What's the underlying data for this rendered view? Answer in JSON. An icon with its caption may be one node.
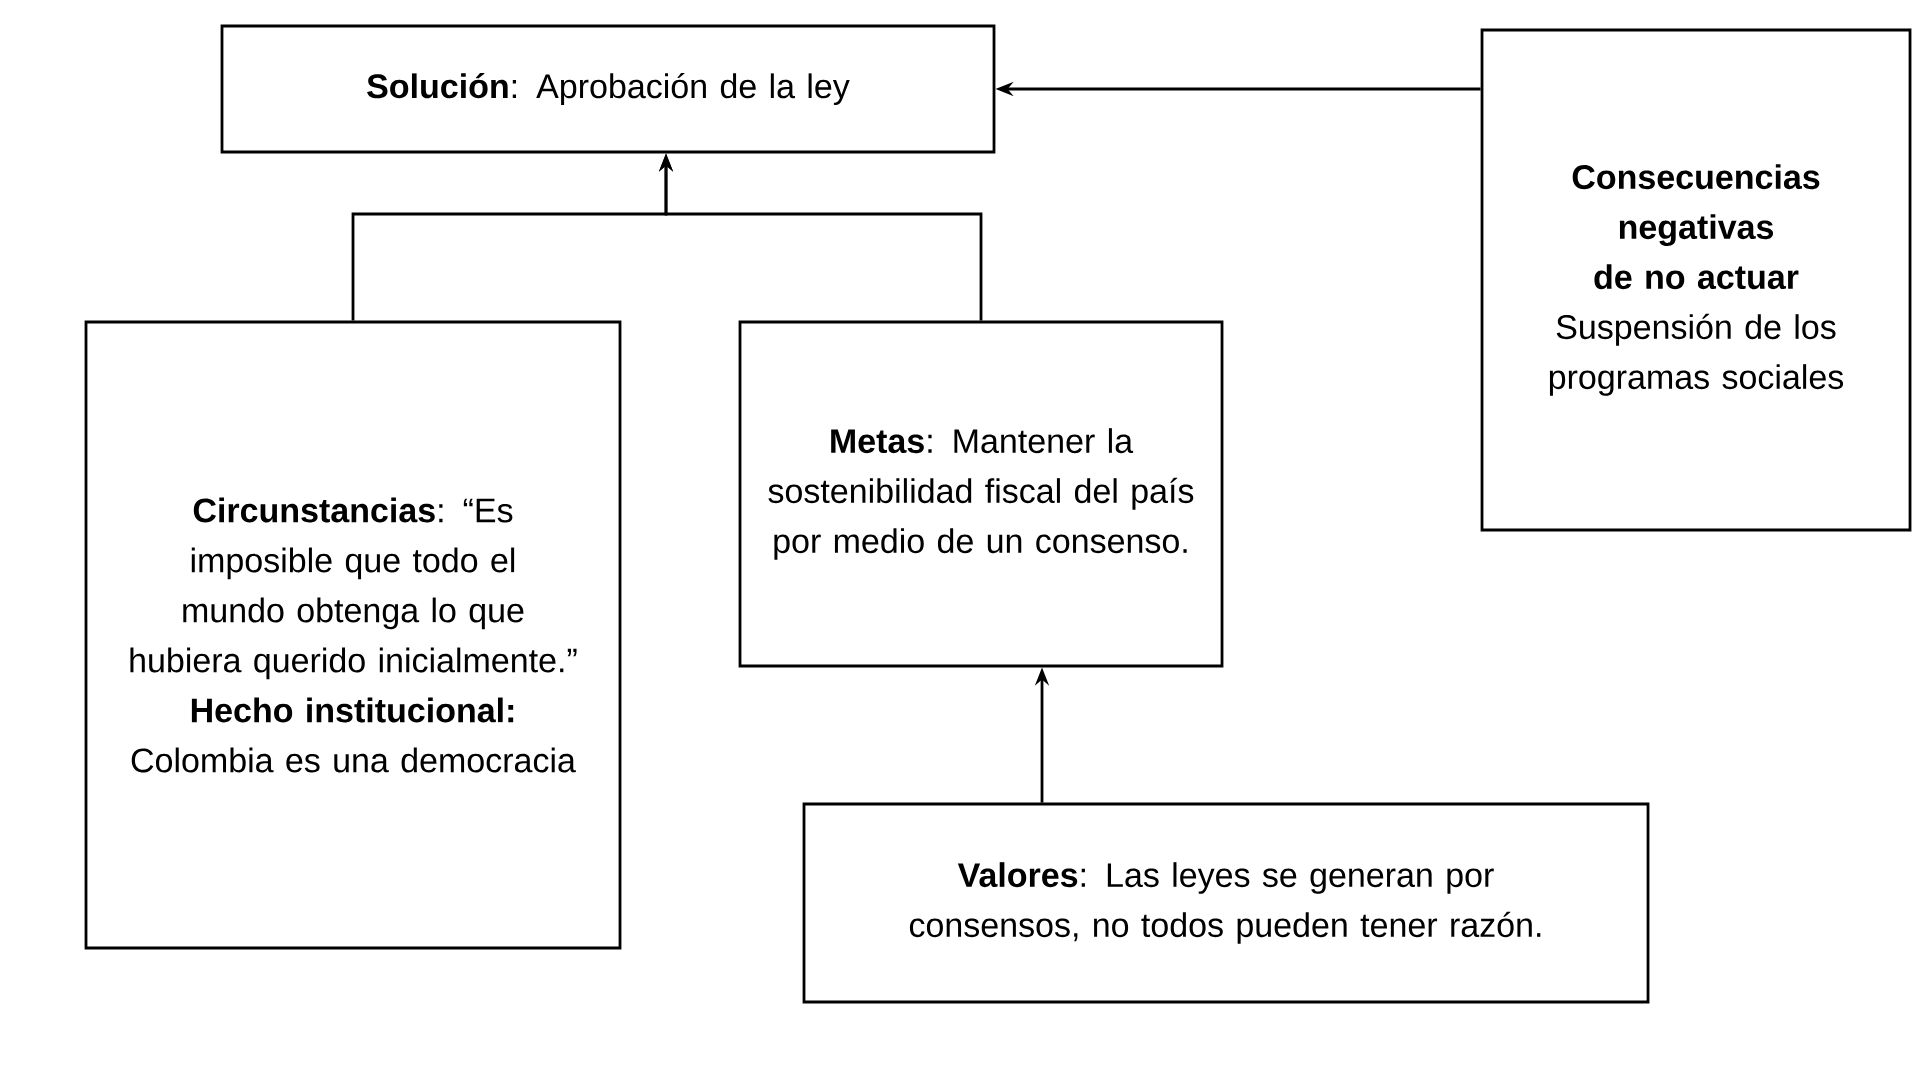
{
  "diagram": {
    "nodes": [
      {
        "text": [
          "**Solución**: Aprobación de la ley"
        ]
      },
      {
        "text": [
          "Consecuencias negativas de no actuar",
          "Suspensión de los programas sociales"
        ]
      },
      {
        "text": [
          "**Circunstancias**: “Es imposible que todo el mundo obtenga lo que hubiera querido inicialmente.”",
          "Hecho institucional:",
          "Colombia es una democracia"
        ]
      },
      {
        "text": [
          "**Metas**: Mantener la sostenibilidad fiscal del país por medio de un consenso."
        ]
      },
      {
        "text": [
          "**Valores**: Las leyes se generan por consensos, no todos pueden tener razón."
        ]
      }
    ],
    "edges": [
      {
        "from": 1,
        "to": 0,
        "arrow": "to"
      },
      {
        "from": 2,
        "to": 0,
        "arrow": "to"
      },
      {
        "from": 3,
        "to": 0,
        "arrow": "to"
      },
      {
        "from": 4,
        "to": 3,
        "arrow": "to"
      }
    ]
  }
}
